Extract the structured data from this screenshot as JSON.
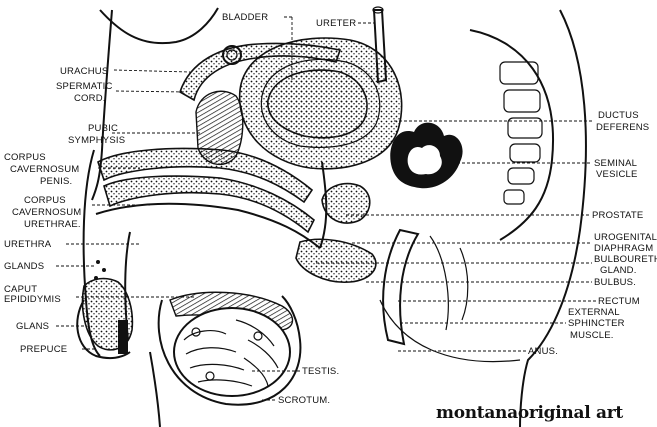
{
  "labels": {
    "bladder": "BLADDER",
    "ureter": "URETER",
    "urachus": "URACHUS",
    "spermatic_cord_1": "SPERMATIC",
    "spermatic_cord_2": "CORD.",
    "pubic_symphysis_1": "PUBIC",
    "pubic_symphysis_2": "SYMPHYSIS",
    "cc_penis_1": "CORPUS",
    "cc_penis_2": "CAVERNOSUM",
    "cc_penis_3": "PENIS.",
    "cc_urethrae_1": "CORPUS",
    "cc_urethrae_2": "CAVERNOSUM",
    "cc_urethrae_3": "URETHRAE.",
    "urethra": "URETHRA",
    "glands": "GLANDS",
    "caput_1": "CAPUT",
    "caput_2": "EPIDIDYMIS",
    "glans": "GLANS",
    "prepuce": "PREPUCE",
    "ductus_1": "DUCTUS",
    "ductus_2": "DEFERENS",
    "seminal_1": "SEMINAL",
    "seminal_2": "VESICLE",
    "prostate": "PROSTATE",
    "urogenital_1": "UROGENITAL",
    "urogenital_2": "DIAPHRAGM",
    "bulbourethral_1": "BULBOURETHRAL",
    "bulbourethral_2": "GLAND.",
    "bulbus": "BULBUS.",
    "rectum": "RECTUM",
    "sphincter_1": "EXTERNAL",
    "sphincter_2": "SPHINCTER",
    "sphincter_3": "MUSCLE.",
    "anus": "ANUS.",
    "testis": "TESTIS.",
    "scrotum": "SCROTUM."
  },
  "watermark": "montanaoriginal art"
}
